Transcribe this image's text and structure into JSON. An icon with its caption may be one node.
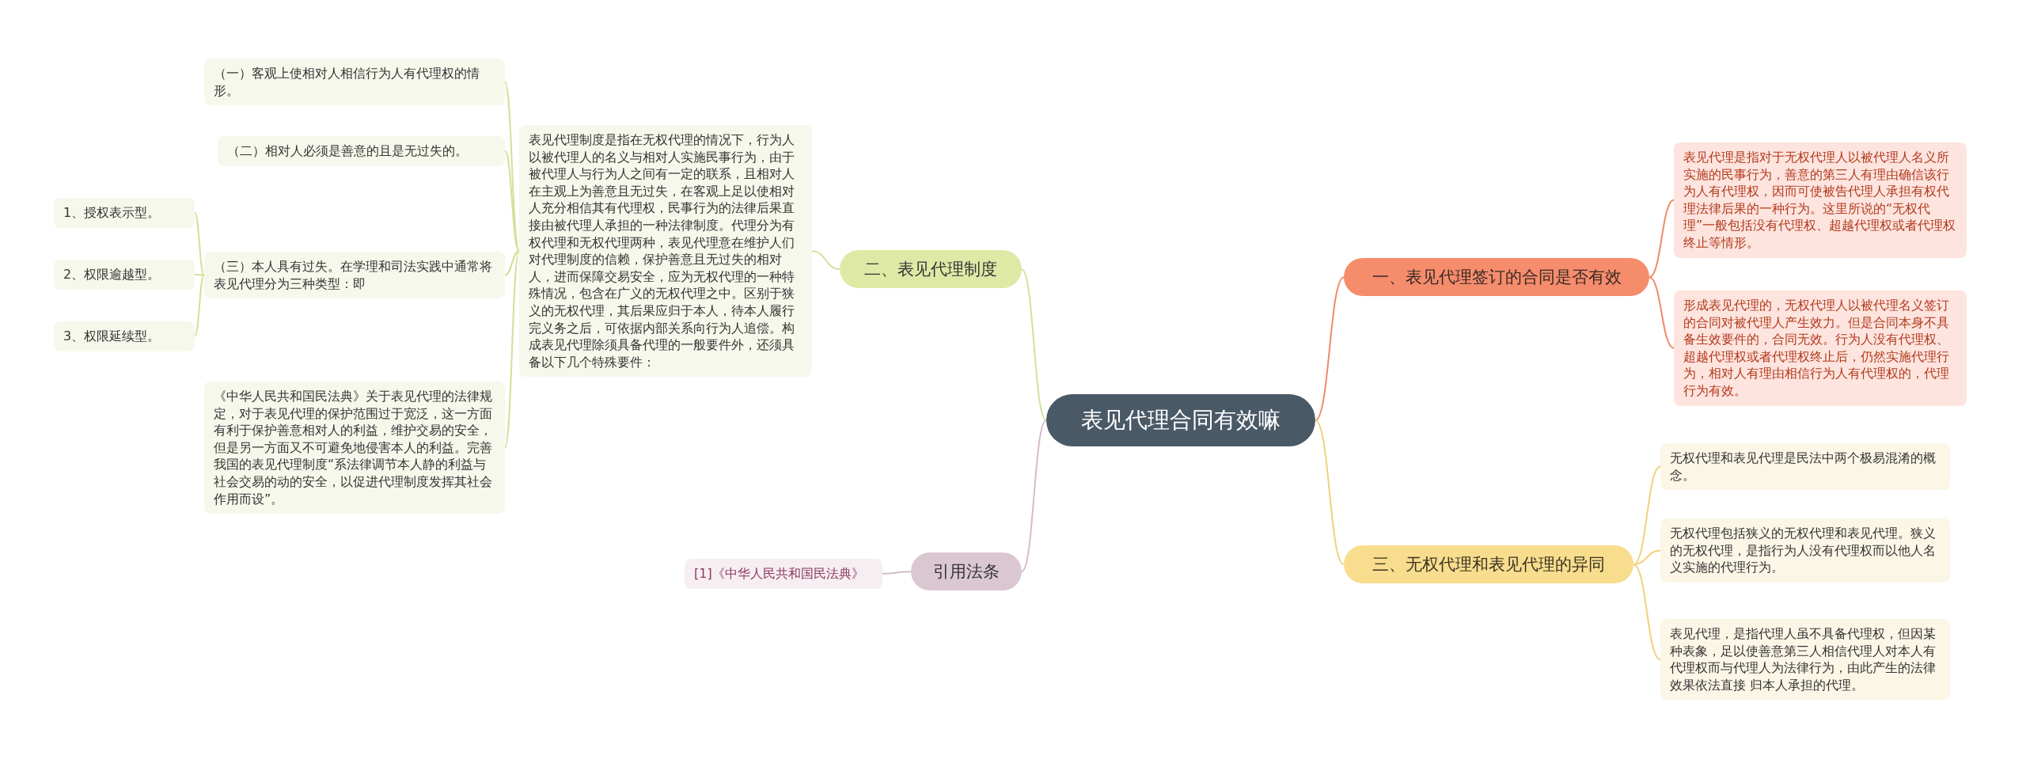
{
  "diagram": {
    "nodes": [
      {
        "text": [
          "表见代理合同有效嘛"
        ]
      },
      {
        "text": [
          "一、表见代理签订的合同是否有效"
        ]
      },
      {
        "text": [
          "表见代理是指对于无权代理人以被代理人名义所实施的民事行为，善意的第三人有理由确信该行为人有代理权，因而可使被告代理人承担有权代理法律后果的一种行为。这里所说的“无权代理”一般包括没有代理权、超越代理权或者代理权终止等情形。"
        ]
      },
      {
        "text": [
          "形成表见代理的，无权代理人以被代理名义签订的合同对被代理人产生效力。但是合同本身不具备生效要件的，合同无效。行为人没有代理权、超越代理权或者代理权终止后，仍然实施代理行为，相对人有理由相信行为人有代理权的，代理行为有效。"
        ]
      },
      {
        "text": [
          "三、无权代理和表见代理的异同"
        ]
      },
      {
        "text": [
          "无权代理和表见代理是民法中两个极易混淆的概念。"
        ]
      },
      {
        "text": [
          "无权代理包括狭义的无权代理和表见代理。狭义的无权代理，是指行为人没有代理权而以他人名义实施的代理行为。"
        ]
      },
      {
        "text": [
          "表见代理，是指代理人虽不具备代理权，但因某种表象，足以使善意第三人相信代理人对本人有代理权而与代理人为法律行为，由此产生的法律效果依法直接 归本人承担的代理。"
        ]
      },
      {
        "text": [
          "二、表见代理制度"
        ]
      },
      {
        "text": [
          "表见代理制度是指在无权代理的情况下，行为人以被代理人的名义与相对人实施民事行为，由于被代理人与行为人之间有一定的联系，且相对人在主观上为善意且无过失，在客观上足以使相对人充分相信其有代理权，民事行为的法律后果直接由被代理人承担的一种法律制度。代理分为有权代理和无权代理两种，表见代理意在维护人们对代理制度的信赖，保护善意且无过失的相对人，进而保障交易安全，应为无权代理的一种特殊情况，包含在广义的无权代理之中。区别于狭义的无权代理，其后果应归于本人，待本人履行完义务之后，可依据内部关系向行为人追偿。构成表见代理除须具备代理的一般要件外，还须具备以下几个特殊要件："
        ]
      },
      {
        "text": [
          "（一）客观上使相对人相信行为人有代理权的情形。"
        ]
      },
      {
        "text": [
          "（二）相对人必须是善意的且是无过失的。"
        ]
      },
      {
        "text": [
          "（三）本人具有过失。在学理和司法实践中通常将表见代理分为三种类型：即"
        ]
      },
      {
        "text": [
          "1、授权表示型。"
        ]
      },
      {
        "text": [
          "2、权限逾越型。"
        ]
      },
      {
        "text": [
          "3、权限延续型。"
        ]
      },
      {
        "text": [
          "《中华人民共和国民法典》关于表见代理的法律规定，对于表见代理的保护范围过于宽泛，这一方面有利于保护善意相对人的利益，维护交易的安全，但是另一方面又不可避免地侵害本人的利益。完善我国的表见代理制度“系法律调节本人静的利益与社会交易的动的安全，以促进代理制度发挥其社会作用而设”。"
        ]
      },
      {
        "text": [
          "引用法条"
        ]
      },
      {
        "text": [
          "[1]《中华人民共和国民法典》"
        ]
      }
    ],
    "edges": [
      {
        "from": 0,
        "to": 1,
        "arrow": "none",
        "color": "#ef8a6a"
      },
      {
        "from": 1,
        "to": 2,
        "arrow": "none",
        "color": "#ef8a6a"
      },
      {
        "from": 1,
        "to": 3,
        "arrow": "none",
        "color": "#ef8a6a"
      },
      {
        "from": 0,
        "to": 4,
        "arrow": "none",
        "color": "#f0d27a"
      },
      {
        "from": 4,
        "to": 5,
        "arrow": "none",
        "color": "#f0d27a"
      },
      {
        "from": 4,
        "to": 6,
        "arrow": "none",
        "color": "#f0d27a"
      },
      {
        "from": 4,
        "to": 7,
        "arrow": "none",
        "color": "#f0d27a"
      },
      {
        "from": 0,
        "to": 8,
        "arrow": "none"
      },
      {
        "from": 8,
        "to": 9,
        "arrow": "none"
      },
      {
        "from": 9,
        "to": 10,
        "arrow": "none"
      },
      {
        "from": 9,
        "to": 11,
        "arrow": "none"
      },
      {
        "from": 9,
        "to": 12,
        "arrow": "none"
      },
      {
        "from": 12,
        "to": 13,
        "arrow": "none"
      },
      {
        "from": 12,
        "to": 14,
        "arrow": "none"
      },
      {
        "from": 12,
        "to": 15,
        "arrow": "none"
      },
      {
        "from": 9,
        "to": 16,
        "arrow": "none"
      },
      {
        "from": 0,
        "to": 17,
        "arrow": "none",
        "color": "#d4bcc8"
      },
      {
        "from": 17,
        "to": 18,
        "arrow": "none",
        "color": "#d4bcc8"
      }
    ]
  }
}
